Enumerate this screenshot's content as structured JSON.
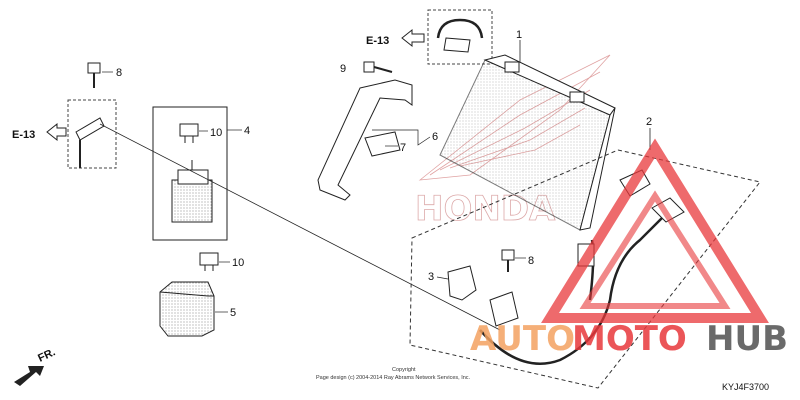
{
  "callouts": {
    "c1": "1",
    "c2": "2",
    "c3": "3",
    "c4": "4",
    "c5": "5",
    "c6": "6",
    "c7": "7",
    "c8a": "8",
    "c8b": "8",
    "c9": "9",
    "c10a": "10",
    "c10b": "10"
  },
  "refs": {
    "e13_top": "E-13",
    "e13_left": "E-13"
  },
  "direction": "FR.",
  "brand_text": "HONDA",
  "copyright": {
    "line1": "Copyright",
    "line2": "Page design (c) 2004-2014 Ray Abrams Network Services, Inc."
  },
  "diagram_code": "KYJ4F3700",
  "watermark": {
    "part1": "AUTO",
    "part2": "MOTO",
    "part3": "HUB"
  },
  "colors": {
    "watermark_red": "#e8383b",
    "watermark_orange": "#f4a261",
    "watermark_gray": "#5a5a5a",
    "line": "#222222"
  }
}
